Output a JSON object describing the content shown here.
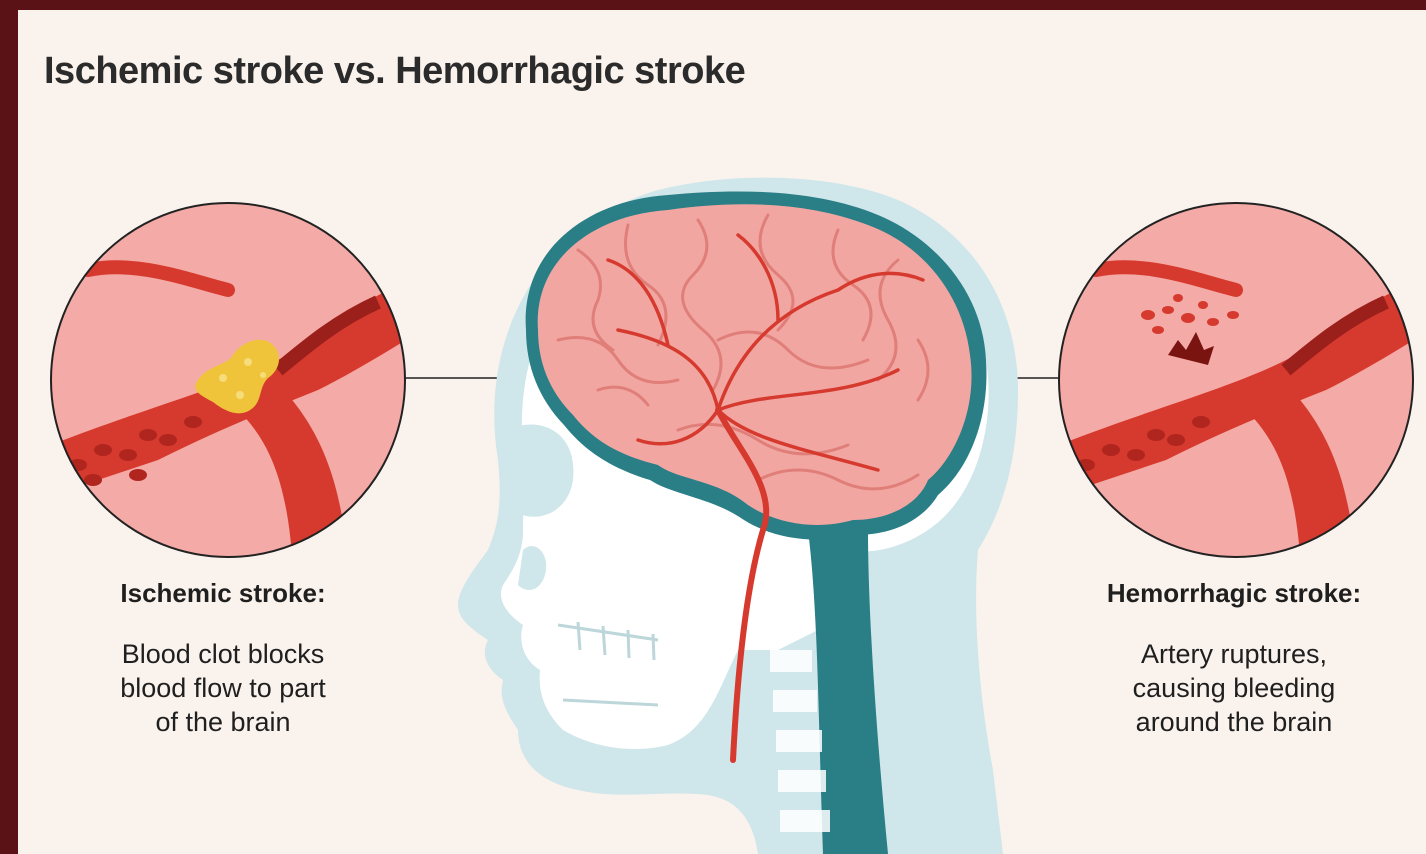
{
  "title": "Ischemic stroke vs. Hemorrhagic stroke",
  "panels": {
    "ischemic": {
      "heading": "Ischemic stroke:",
      "lines": [
        "Blood clot blocks",
        "blood flow to part",
        "of the brain"
      ]
    },
    "hemorrhagic": {
      "heading": "Hemorrhagic stroke:",
      "lines": [
        "Artery ruptures,",
        "causing bleeding",
        "around the brain"
      ]
    }
  },
  "colors": {
    "frame": "#5a1216",
    "background": "#faf3ed",
    "head_silhouette": "#cfe6ea",
    "skull": "#ffffff",
    "brain_outline": "#2a7e86",
    "brain": "#f2a6a2",
    "artery": "#d63a2e",
    "clot": "#f0c43a"
  },
  "icons": [
    "ischemic-zoom-circle",
    "hemorrhagic-zoom-circle",
    "head-cross-section-illustration"
  ]
}
